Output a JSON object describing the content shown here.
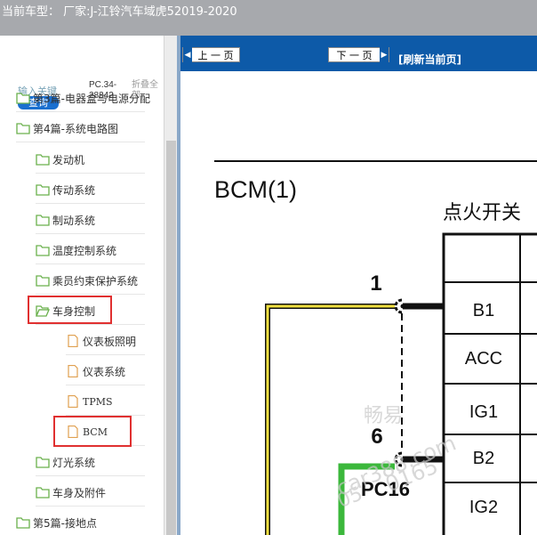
{
  "window": {
    "title": "当前车型：  厂家:J-江铃汽车域虎52019-2020"
  },
  "search": {
    "label": "输入关键",
    "button": "查询",
    "code": [
      "PC.34-",
      "28342"
    ],
    "fold": [
      "折叠全",
      "部"
    ]
  },
  "tree": [
    {
      "label": "第3篇-电器盒与电源分配",
      "level": 0,
      "type": "folder"
    },
    {
      "label": "第4篇-系统电路图",
      "level": 0,
      "type": "folder"
    },
    {
      "label": "发动机",
      "level": 1,
      "type": "folder"
    },
    {
      "label": "传动系统",
      "level": 1,
      "type": "folder"
    },
    {
      "label": "制动系统",
      "level": 1,
      "type": "folder"
    },
    {
      "label": "温度控制系统",
      "level": 1,
      "type": "folder"
    },
    {
      "label": "乘员约束保护系统",
      "level": 1,
      "type": "folder"
    },
    {
      "label": "车身控制",
      "level": 1,
      "type": "folder-open",
      "highlight": true
    },
    {
      "label": "仪表板照明",
      "level": 2,
      "type": "page"
    },
    {
      "label": "仪表系统",
      "level": 2,
      "type": "page"
    },
    {
      "label": "TPMS",
      "level": 2,
      "type": "page"
    },
    {
      "label": "BCM",
      "level": 2,
      "type": "page",
      "highlight": true
    },
    {
      "label": "灯光系统",
      "level": 1,
      "type": "folder"
    },
    {
      "label": "车身及附件",
      "level": 1,
      "type": "folder"
    },
    {
      "label": "第5篇-接地点",
      "level": 0,
      "type": "folder"
    }
  ],
  "toolbar": {
    "prev": "上 一 页",
    "next": "下 一 页",
    "refresh": "[刷新当前页]"
  },
  "diagram": {
    "title": "BCM(1)",
    "switch_label": "点火开关",
    "pins": [
      {
        "num": "1",
        "label": "B1"
      },
      {
        "label": "ACC"
      },
      {
        "label": "IG1"
      },
      {
        "num": "6",
        "label": "B2"
      },
      {
        "label": "IG2"
      }
    ],
    "connector": "PC16",
    "watermark": [
      "畅易",
      "car388.com",
      "05",
      "0165"
    ]
  },
  "colors": {
    "toolbar": "#0d5aa8",
    "highlight": "#e03030",
    "folder": "#6ab04c",
    "page": "#e0a050",
    "wire_yellow": "#f0e040",
    "wire_green": "#3cb83c"
  }
}
